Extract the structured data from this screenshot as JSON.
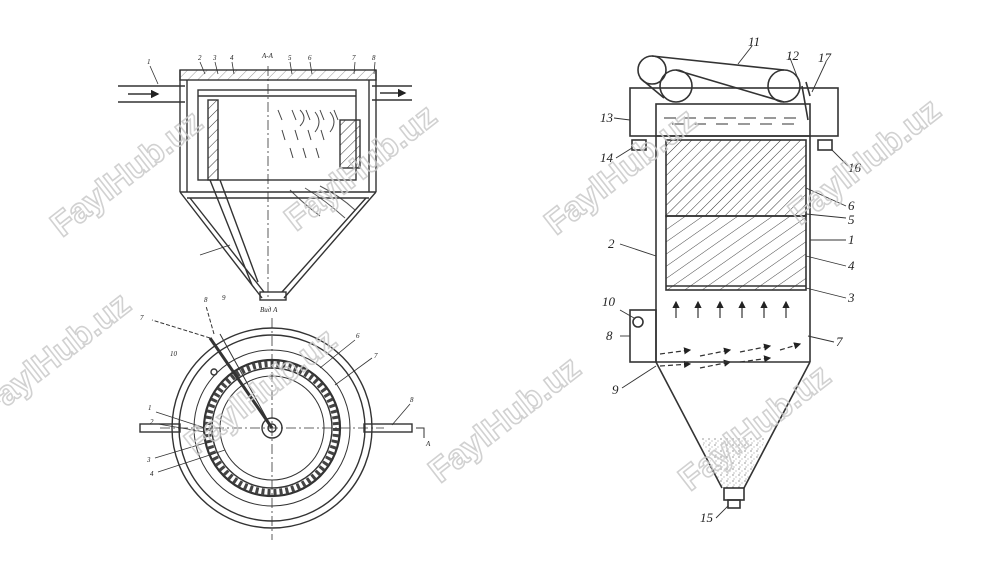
{
  "watermark": {
    "text": "FaylHub.uz"
  },
  "left_figure": {
    "section_label": "А-А",
    "view_label": "Вид А",
    "arrow_letter": "А",
    "top_numbers": [
      "1",
      "2",
      "3",
      "4",
      "5",
      "6",
      "7",
      "8"
    ],
    "bottom_numbers": [
      "7",
      "8",
      "9",
      "10",
      "1",
      "2",
      "3",
      "4",
      "6",
      "7",
      "8"
    ]
  },
  "right_figure": {
    "labels": [
      "11",
      "12",
      "17",
      "13",
      "14",
      "16",
      "6",
      "5",
      "1",
      "2",
      "4",
      "3",
      "10",
      "8",
      "7",
      "9",
      "15"
    ]
  }
}
